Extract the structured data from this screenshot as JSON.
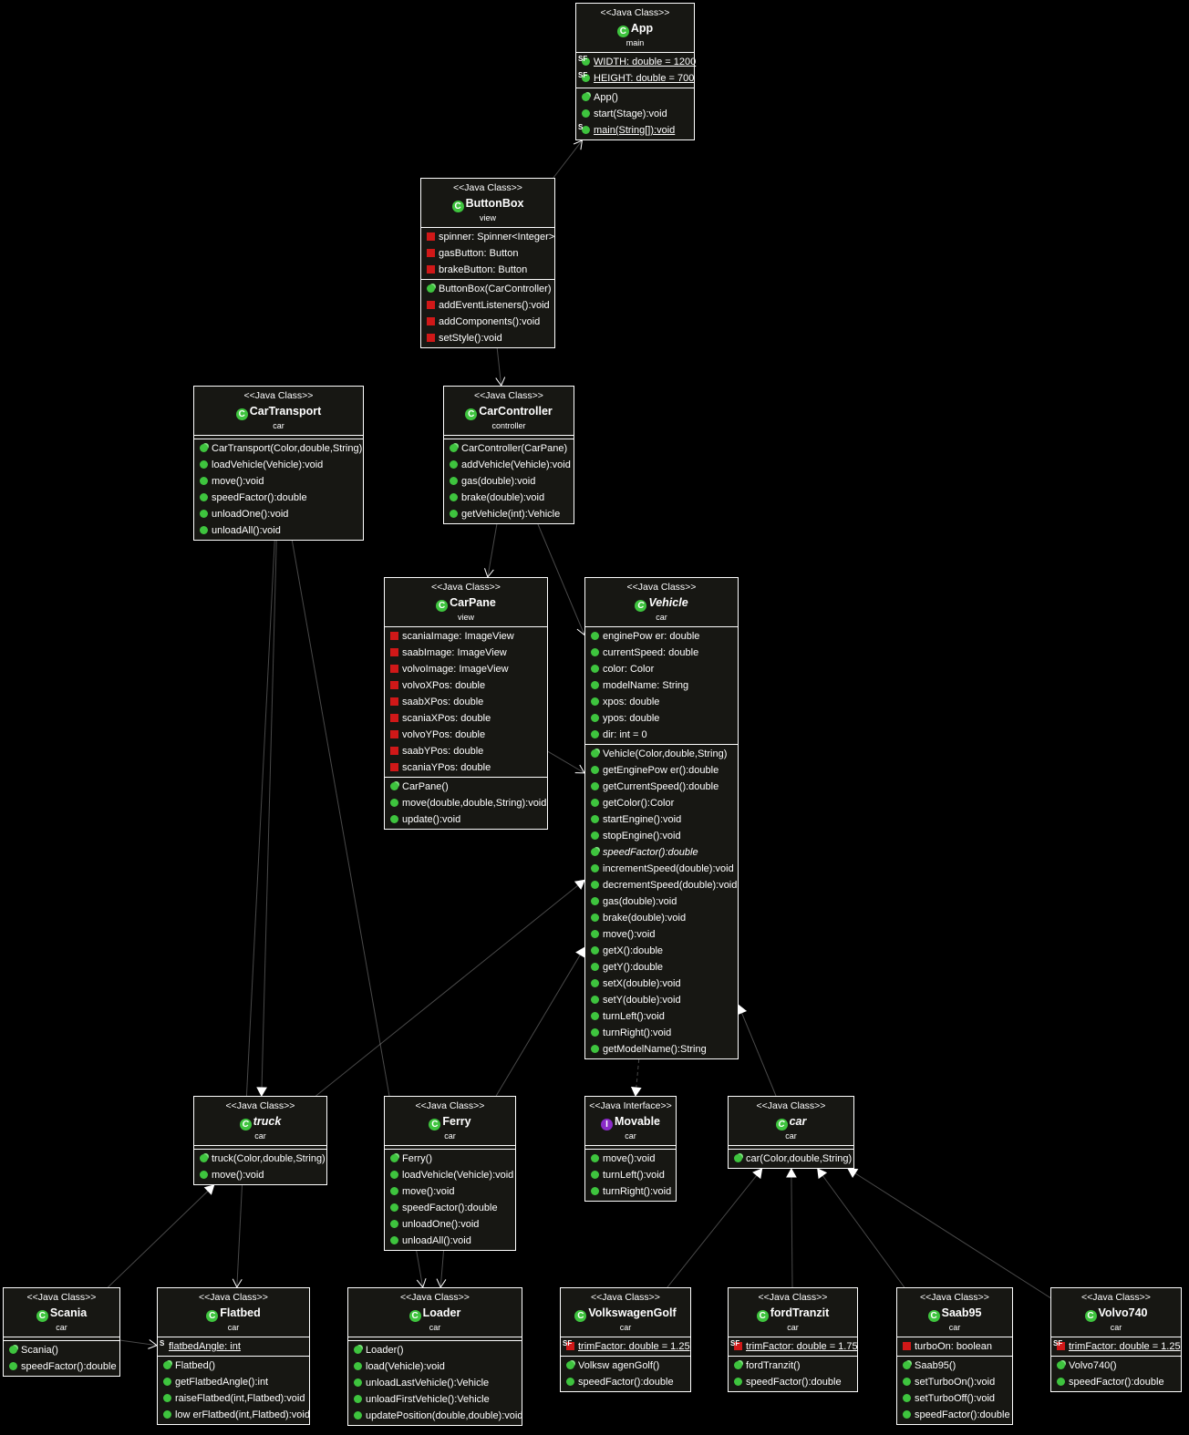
{
  "diagram": {
    "classes": [
      {
        "id": "app",
        "stereotype": "<<Java Class>>",
        "name": "App",
        "package": "main",
        "kind": "class",
        "italic": false,
        "fields": [
          {
            "vis": "public",
            "mod": "SF",
            "text": "WIDTH: double = 1200",
            "underline": true
          },
          {
            "vis": "public",
            "mod": "SF",
            "text": "HEIGHT: double = 700",
            "underline": true
          }
        ],
        "methods": [
          {
            "vis": "ctor",
            "mod": "",
            "text": "App()"
          },
          {
            "vis": "public",
            "mod": "",
            "text": "start(Stage):void"
          },
          {
            "vis": "public",
            "mod": "S",
            "text": "main(String[]):void",
            "underline": true
          }
        ]
      },
      {
        "id": "buttonbox",
        "stereotype": "<<Java Class>>",
        "name": "ButtonBox",
        "package": "view",
        "kind": "class",
        "italic": false,
        "fields": [
          {
            "vis": "private",
            "mod": "",
            "text": "spinner: Spinner<Integer>"
          },
          {
            "vis": "private",
            "mod": "",
            "text": "gasButton: Button"
          },
          {
            "vis": "private",
            "mod": "",
            "text": "brakeButton: Button"
          }
        ],
        "methods": [
          {
            "vis": "ctor",
            "mod": "",
            "text": "ButtonBox(CarController)"
          },
          {
            "vis": "private",
            "mod": "",
            "text": "addEventListeners():void"
          },
          {
            "vis": "private",
            "mod": "",
            "text": "addComponents():void"
          },
          {
            "vis": "private",
            "mod": "",
            "text": "setStyle():void"
          }
        ]
      },
      {
        "id": "cartransport",
        "stereotype": "<<Java Class>>",
        "name": "CarTransport",
        "package": "car",
        "kind": "class",
        "italic": false,
        "fields": [],
        "methods": [
          {
            "vis": "ctor",
            "mod": "",
            "text": "CarTransport(Color,double,String)"
          },
          {
            "vis": "public",
            "mod": "",
            "text": "loadVehicle(Vehicle):void"
          },
          {
            "vis": "public",
            "mod": "",
            "text": "move():void"
          },
          {
            "vis": "public",
            "mod": "",
            "text": "speedFactor():double"
          },
          {
            "vis": "public",
            "mod": "",
            "text": "unloadOne():void"
          },
          {
            "vis": "public",
            "mod": "",
            "text": "unloadAll():void"
          }
        ]
      },
      {
        "id": "carcontroller",
        "stereotype": "<<Java Class>>",
        "name": "CarController",
        "package": "controller",
        "kind": "class",
        "italic": false,
        "fields": [],
        "methods": [
          {
            "vis": "ctor",
            "mod": "",
            "text": "CarController(CarPane)"
          },
          {
            "vis": "public",
            "mod": "",
            "text": "addVehicle(Vehicle):void"
          },
          {
            "vis": "public",
            "mod": "",
            "text": "gas(double):void"
          },
          {
            "vis": "public",
            "mod": "",
            "text": "brake(double):void"
          },
          {
            "vis": "public",
            "mod": "",
            "text": "getVehicle(int):Vehicle"
          }
        ]
      },
      {
        "id": "carpane",
        "stereotype": "<<Java Class>>",
        "name": "CarPane",
        "package": "view",
        "kind": "class",
        "italic": false,
        "fields": [
          {
            "vis": "private",
            "mod": "",
            "text": "scaniaImage: ImageView"
          },
          {
            "vis": "private",
            "mod": "",
            "text": "saabImage: ImageView"
          },
          {
            "vis": "private",
            "mod": "",
            "text": "volvoImage: ImageView"
          },
          {
            "vis": "private",
            "mod": "",
            "text": "volvoXPos: double"
          },
          {
            "vis": "private",
            "mod": "",
            "text": "saabXPos: double"
          },
          {
            "vis": "private",
            "mod": "",
            "text": "scaniaXPos: double"
          },
          {
            "vis": "private",
            "mod": "",
            "text": "volvoYPos: double"
          },
          {
            "vis": "private",
            "mod": "",
            "text": "saabYPos: double"
          },
          {
            "vis": "private",
            "mod": "",
            "text": "scaniaYPos: double"
          }
        ],
        "methods": [
          {
            "vis": "ctor",
            "mod": "",
            "text": "CarPane()"
          },
          {
            "vis": "public",
            "mod": "",
            "text": "move(double,double,String):void"
          },
          {
            "vis": "public",
            "mod": "",
            "text": "update():void"
          }
        ]
      },
      {
        "id": "vehicle",
        "stereotype": "<<Java Class>>",
        "name": "Vehicle",
        "package": "car",
        "kind": "class",
        "italic": true,
        "fields": [
          {
            "vis": "public",
            "mod": "",
            "text": "enginePow er: double"
          },
          {
            "vis": "public",
            "mod": "",
            "text": "currentSpeed: double"
          },
          {
            "vis": "public",
            "mod": "",
            "text": "color: Color"
          },
          {
            "vis": "public",
            "mod": "",
            "text": "modelName: String"
          },
          {
            "vis": "public",
            "mod": "",
            "text": "xpos: double"
          },
          {
            "vis": "public",
            "mod": "",
            "text": "ypos: double"
          },
          {
            "vis": "public",
            "mod": "",
            "text": "dir: int = 0"
          }
        ],
        "methods": [
          {
            "vis": "ctor",
            "mod": "",
            "text": "Vehicle(Color,double,String)"
          },
          {
            "vis": "public",
            "mod": "",
            "text": "getEnginePow er():double"
          },
          {
            "vis": "public",
            "mod": "",
            "text": "getCurrentSpeed():double"
          },
          {
            "vis": "public",
            "mod": "",
            "text": "getColor():Color"
          },
          {
            "vis": "public",
            "mod": "",
            "text": "startEngine():void"
          },
          {
            "vis": "public",
            "mod": "",
            "text": "stopEngine():void"
          },
          {
            "vis": "ctor",
            "mod": "",
            "text": "speedFactor():double",
            "italic": true
          },
          {
            "vis": "public",
            "mod": "",
            "text": "incrementSpeed(double):void"
          },
          {
            "vis": "public",
            "mod": "",
            "text": "decrementSpeed(double):void"
          },
          {
            "vis": "public",
            "mod": "",
            "text": "gas(double):void"
          },
          {
            "vis": "public",
            "mod": "",
            "text": "brake(double):void"
          },
          {
            "vis": "public",
            "mod": "",
            "text": "move():void"
          },
          {
            "vis": "public",
            "mod": "",
            "text": "getX():double"
          },
          {
            "vis": "public",
            "mod": "",
            "text": "getY():double"
          },
          {
            "vis": "public",
            "mod": "",
            "text": "setX(double):void"
          },
          {
            "vis": "public",
            "mod": "",
            "text": "setY(double):void"
          },
          {
            "vis": "public",
            "mod": "",
            "text": "turnLeft():void"
          },
          {
            "vis": "public",
            "mod": "",
            "text": "turnRight():void"
          },
          {
            "vis": "public",
            "mod": "",
            "text": "getModelName():String"
          }
        ]
      },
      {
        "id": "truck",
        "stereotype": "<<Java Class>>",
        "name": "truck",
        "package": "car",
        "kind": "class",
        "italic": true,
        "fields": [],
        "methods": [
          {
            "vis": "ctor",
            "mod": "",
            "text": "truck(Color,double,String)"
          },
          {
            "vis": "public",
            "mod": "",
            "text": "move():void"
          }
        ]
      },
      {
        "id": "ferry",
        "stereotype": "<<Java Class>>",
        "name": "Ferry",
        "package": "car",
        "kind": "class",
        "italic": false,
        "fields": [],
        "methods": [
          {
            "vis": "ctor",
            "mod": "",
            "text": "Ferry()"
          },
          {
            "vis": "public",
            "mod": "",
            "text": "loadVehicle(Vehicle):void"
          },
          {
            "vis": "public",
            "mod": "",
            "text": "move():void"
          },
          {
            "vis": "public",
            "mod": "",
            "text": "speedFactor():double"
          },
          {
            "vis": "public",
            "mod": "",
            "text": "unloadOne():void"
          },
          {
            "vis": "public",
            "mod": "",
            "text": "unloadAll():void"
          }
        ]
      },
      {
        "id": "movable",
        "stereotype": "<<Java Interface>>",
        "name": "Movable",
        "package": "car",
        "kind": "interface",
        "italic": false,
        "fields": [],
        "methods": [
          {
            "vis": "public",
            "mod": "",
            "text": "move():void"
          },
          {
            "vis": "public",
            "mod": "",
            "text": "turnLeft():void"
          },
          {
            "vis": "public",
            "mod": "",
            "text": "turnRight():void"
          }
        ]
      },
      {
        "id": "car",
        "stereotype": "<<Java Class>>",
        "name": "car",
        "package": "car",
        "kind": "class",
        "italic": true,
        "fields": [],
        "methods": [
          {
            "vis": "ctor",
            "mod": "",
            "text": "car(Color,double,String)"
          }
        ]
      },
      {
        "id": "scania",
        "stereotype": "<<Java Class>>",
        "name": "Scania",
        "package": "car",
        "kind": "class",
        "italic": false,
        "fields": [],
        "methods": [
          {
            "vis": "ctor",
            "mod": "",
            "text": "Scania()"
          },
          {
            "vis": "public",
            "mod": "",
            "text": "speedFactor():double"
          }
        ]
      },
      {
        "id": "flatbed",
        "stereotype": "<<Java Class>>",
        "name": "Flatbed",
        "package": "car",
        "kind": "class",
        "italic": false,
        "fields": [
          {
            "vis": "none",
            "mod": "S",
            "text": "flatbedAngle: int",
            "underline": true
          }
        ],
        "methods": [
          {
            "vis": "ctor",
            "mod": "",
            "text": "Flatbed()"
          },
          {
            "vis": "public",
            "mod": "",
            "text": "getFlatbedAngle():int"
          },
          {
            "vis": "public",
            "mod": "",
            "text": "raiseFlatbed(int,Flatbed):void"
          },
          {
            "vis": "public",
            "mod": "",
            "text": "low erFlatbed(int,Flatbed):void"
          }
        ]
      },
      {
        "id": "loader",
        "stereotype": "<<Java Class>>",
        "name": "Loader",
        "package": "car",
        "kind": "class",
        "italic": false,
        "fields": [],
        "methods": [
          {
            "vis": "ctor",
            "mod": "",
            "text": "Loader()"
          },
          {
            "vis": "public",
            "mod": "",
            "text": "load(Vehicle):void"
          },
          {
            "vis": "public",
            "mod": "",
            "text": "unloadLastVehicle():Vehicle"
          },
          {
            "vis": "public",
            "mod": "",
            "text": "unloadFirstVehicle():Vehicle"
          },
          {
            "vis": "public",
            "mod": "",
            "text": "updatePosition(double,double):void"
          }
        ]
      },
      {
        "id": "volkswagengolf",
        "stereotype": "<<Java Class>>",
        "name": "VolkswagenGolf",
        "package": "car",
        "kind": "class",
        "italic": false,
        "fields": [
          {
            "vis": "private",
            "mod": "SF",
            "text": "trimFactor: double = 1.25",
            "underline": true
          }
        ],
        "methods": [
          {
            "vis": "ctor",
            "mod": "",
            "text": "Volksw agenGolf()"
          },
          {
            "vis": "public",
            "mod": "",
            "text": "speedFactor():double"
          }
        ]
      },
      {
        "id": "fordtranzit",
        "stereotype": "<<Java Class>>",
        "name": "fordTranzit",
        "package": "car",
        "kind": "class",
        "italic": false,
        "fields": [
          {
            "vis": "private",
            "mod": "SF",
            "text": "trimFactor: double = 1.75",
            "underline": true
          }
        ],
        "methods": [
          {
            "vis": "ctor",
            "mod": "",
            "text": "fordTranzit()"
          },
          {
            "vis": "public",
            "mod": "",
            "text": "speedFactor():double"
          }
        ]
      },
      {
        "id": "saab95",
        "stereotype": "<<Java Class>>",
        "name": "Saab95",
        "package": "car",
        "kind": "class",
        "italic": false,
        "fields": [
          {
            "vis": "private",
            "mod": "",
            "text": "turboOn: boolean"
          }
        ],
        "methods": [
          {
            "vis": "ctor",
            "mod": "",
            "text": "Saab95()"
          },
          {
            "vis": "public",
            "mod": "",
            "text": "setTurboOn():void"
          },
          {
            "vis": "public",
            "mod": "",
            "text": "setTurboOff():void"
          },
          {
            "vis": "public",
            "mod": "",
            "text": "speedFactor():double"
          }
        ]
      },
      {
        "id": "volvo740",
        "stereotype": "<<Java Class>>",
        "name": "Volvo740",
        "package": "car",
        "kind": "class",
        "italic": false,
        "fields": [
          {
            "vis": "private",
            "mod": "SF",
            "text": "trimFactor: double = 1.25",
            "underline": true
          }
        ],
        "methods": [
          {
            "vis": "ctor",
            "mod": "",
            "text": "Volvo740()"
          },
          {
            "vis": "public",
            "mod": "",
            "text": "speedFactor():double"
          }
        ]
      }
    ],
    "relations": [
      {
        "from": "buttonbox",
        "to": "app",
        "type": "association"
      },
      {
        "from": "buttonbox",
        "to": "carcontroller",
        "type": "association"
      },
      {
        "from": "carcontroller",
        "to": "carpane",
        "type": "association"
      },
      {
        "from": "carcontroller",
        "to": "vehicle",
        "type": "association"
      },
      {
        "from": "carpane",
        "to": "vehicle",
        "type": "association"
      },
      {
        "from": "cartransport",
        "to": "truck",
        "type": "generalization"
      },
      {
        "from": "ferry",
        "to": "vehicle",
        "type": "generalization"
      },
      {
        "from": "truck",
        "to": "vehicle",
        "type": "generalization"
      },
      {
        "from": "vehicle",
        "to": "movable",
        "type": "realization"
      },
      {
        "from": "car",
        "to": "vehicle",
        "type": "generalization"
      },
      {
        "from": "scania",
        "to": "truck",
        "type": "generalization"
      },
      {
        "from": "ferry",
        "to": "loader",
        "type": "association"
      },
      {
        "from": "cartransport",
        "to": "loader",
        "type": "association"
      },
      {
        "from": "cartransport",
        "to": "flatbed",
        "type": "association"
      },
      {
        "from": "scania",
        "to": "flatbed",
        "type": "association"
      },
      {
        "from": "volkswagengolf",
        "to": "car",
        "type": "generalization"
      },
      {
        "from": "fordtranzit",
        "to": "car",
        "type": "generalization"
      },
      {
        "from": "saab95",
        "to": "car",
        "type": "generalization"
      },
      {
        "from": "volvo740",
        "to": "car",
        "type": "generalization"
      }
    ]
  }
}
